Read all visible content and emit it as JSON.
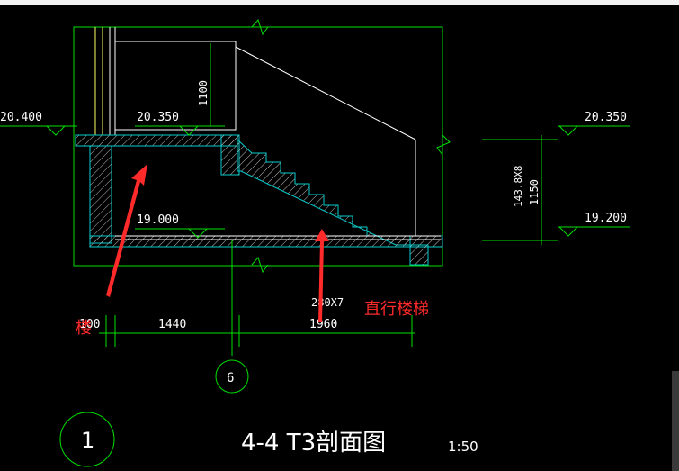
{
  "drawing": {
    "elevation_left": "20.400",
    "elevation_landing_top": "20.350",
    "elevation_bottom": "19.000",
    "elevation_right_top": "20.350",
    "elevation_right_bottom": "19.200",
    "railing_height": "1100",
    "riser_dim_text": "143.8X8",
    "riser_total": "1150",
    "tread_dim_text": "280X7",
    "dim_left_small": "100",
    "dim_width_1": "1440",
    "dim_width_2": "1960",
    "grid_axis": "6",
    "section_no": "1",
    "section_title": "4-4  T3剖面图",
    "scale": "1:50"
  },
  "annotations": {
    "note_left": "楼",
    "note_right": "直行楼梯"
  },
  "colors": {
    "background": "#000000",
    "green": "#00e000",
    "cyan": "#00cccc",
    "white": "#ffffff",
    "yellow": "#ffff66",
    "red": "#ff2a2a"
  }
}
